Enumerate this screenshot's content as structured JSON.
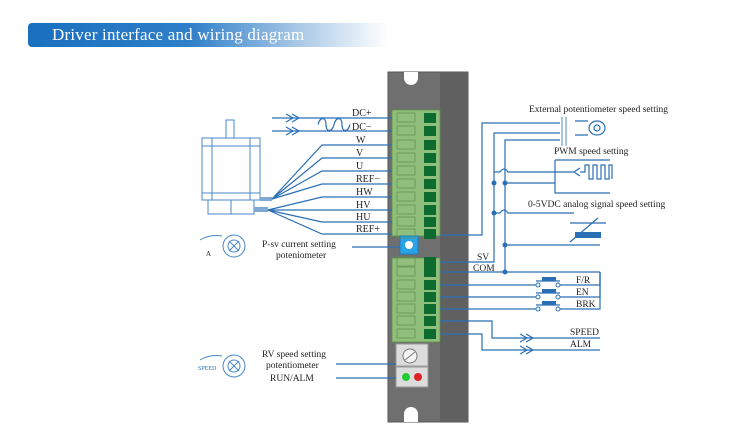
{
  "header": {
    "title": "Driver interface and wiring diagram"
  },
  "colors": {
    "banner": "#1a6fbf",
    "wire": "#2a6fb5",
    "driver_body": "#6e6e6e",
    "terminal_light": "#8fbf7a",
    "terminal_dark": "#0d6b2f",
    "pot_blue": "#29a3e6",
    "led_green": "#22cc33",
    "led_red": "#dd2222"
  },
  "power_terminals": [
    "DC+",
    "DC−"
  ],
  "motor_terminals": [
    "W",
    "V",
    "U",
    "REF−",
    "HW",
    "HV",
    "HU",
    "REF+"
  ],
  "left_labels": {
    "psv_line1": "P-sv current setting",
    "psv_line2": "poteniometer",
    "rv_line1": "RV speed setting",
    "rv_line2": "potentiometer",
    "run_alm": "RUN/ALM",
    "knob_a": "A",
    "knob_speed": "SPEED"
  },
  "control_terminals": [
    "SV",
    "COM"
  ],
  "switch_signals": [
    "F/R",
    "EN",
    "BRK"
  ],
  "output_signals": [
    "SPEED",
    "ALM"
  ],
  "speed_setting_modes": {
    "external_pot": "External potentiometer speed setting",
    "pwm": "PWM speed setting",
    "analog": "0-5VDC analog signal speed setting"
  }
}
